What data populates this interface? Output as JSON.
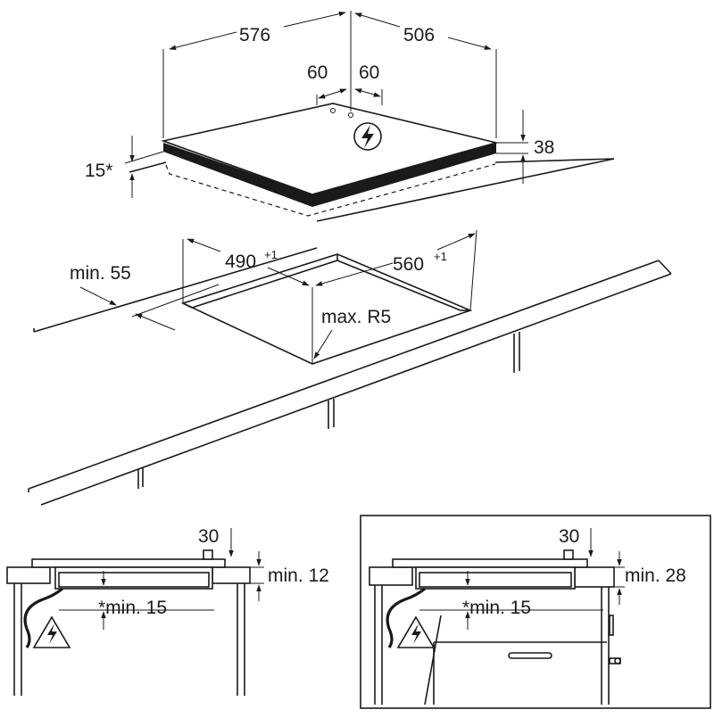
{
  "colors": {
    "line": "#1a1a1a",
    "background": "#ffffff"
  },
  "top_view": {
    "hob_width": "576",
    "hob_depth": "506",
    "center_offset_left": "60",
    "center_offset_right": "60",
    "hob_height": "38",
    "frame_height": "15*",
    "cutout_depth": {
      "value": "490",
      "tolerance": "+1"
    },
    "cutout_width": {
      "value": "560",
      "tolerance": "+1"
    },
    "min_front_distance": "min. 55",
    "corner_radius": "max. R5",
    "icon": "electrical-hazard-icon"
  },
  "detail_left": {
    "top_gap": "30",
    "min_worktop": "min. 12",
    "min_below": "*min. 15",
    "icon": "electrical-hazard-icon"
  },
  "detail_right": {
    "top_gap": "30",
    "min_worktop": "min. 28",
    "min_below": "*min. 15",
    "icon": "electrical-hazard-icon"
  }
}
